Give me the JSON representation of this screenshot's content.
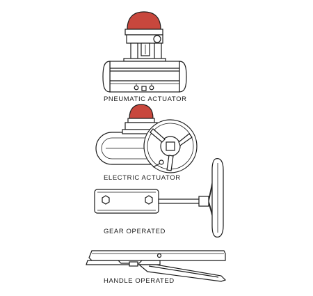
{
  "labels": {
    "pneumatic": "PNEUMATIC ACTUATOR",
    "electric": "ELECTRIC ACTUATOR",
    "gear": "GEAR OPERATED",
    "handle": "HANDLE OPERATED"
  },
  "colors": {
    "dome_red": "#c8473d",
    "line": "#1a1a1a",
    "background": "#ffffff"
  }
}
